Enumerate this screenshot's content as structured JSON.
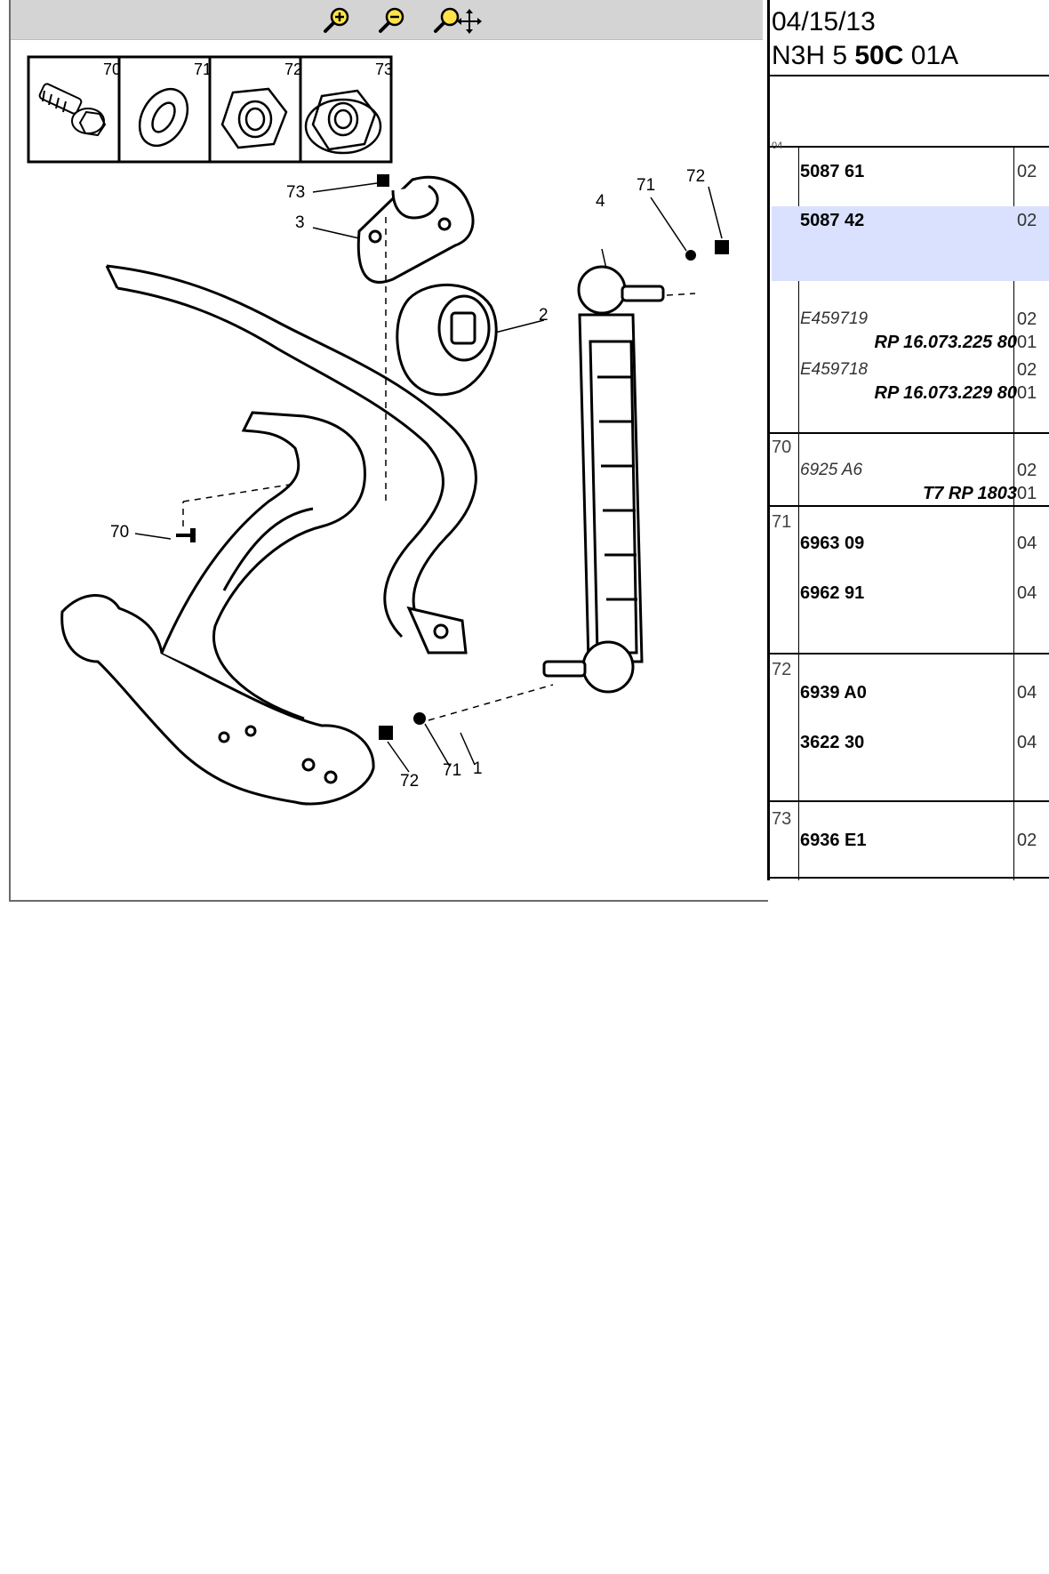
{
  "toolbar": {
    "zoom_in_icon": "zoom-in-icon",
    "zoom_out_icon": "zoom-out-icon",
    "zoom_pan_icon": "zoom-pan-icon"
  },
  "legend": [
    {
      "num": "70"
    },
    {
      "num": "71"
    },
    {
      "num": "72"
    },
    {
      "num": "73"
    }
  ],
  "callouts": {
    "c73": "73",
    "c3": "3",
    "c2": "2",
    "c4": "4",
    "c71a": "71",
    "c72a": "72",
    "c70": "70",
    "c1": "1",
    "c72b": "72",
    "c71b": "71"
  },
  "panel": {
    "date": "04/15/13",
    "code_prefix": "N3H 5 ",
    "code_bold": "50C",
    "code_suffix": " 01A",
    "top_ref": "04",
    "rows": [
      {
        "ref": "",
        "pn": "5087 61",
        "qty": "02"
      },
      {
        "ref": "",
        "pn": "5087 42",
        "qty": "02"
      },
      {
        "ref": "",
        "pn_i": "E459719",
        "qty": "02"
      },
      {
        "ref": "",
        "pn_r": "RP 16.073.225 80",
        "qty": "01"
      },
      {
        "ref": "",
        "pn_i": "E459718",
        "qty": "02"
      },
      {
        "ref": "",
        "pn_r": "RP 16.073.229 80",
        "qty": "01"
      },
      {
        "ref": "70",
        "pn_i": "6925 A6",
        "qty": "02"
      },
      {
        "ref": "",
        "pn_r": "T7 RP 1803",
        "qty": "01"
      },
      {
        "ref": "71",
        "pn": "6963 09",
        "qty": "04"
      },
      {
        "ref": "",
        "pn": "6962 91",
        "qty": "04"
      },
      {
        "ref": "72",
        "pn": "6939 A0",
        "qty": "04"
      },
      {
        "ref": "",
        "pn": "3622 30",
        "qty": "04"
      },
      {
        "ref": "73",
        "pn": "6936 E1",
        "qty": "02"
      }
    ]
  },
  "colors": {
    "toolbar_bg": "#d4d4d4",
    "highlight": "#d9e1ff",
    "line": "#000000"
  }
}
